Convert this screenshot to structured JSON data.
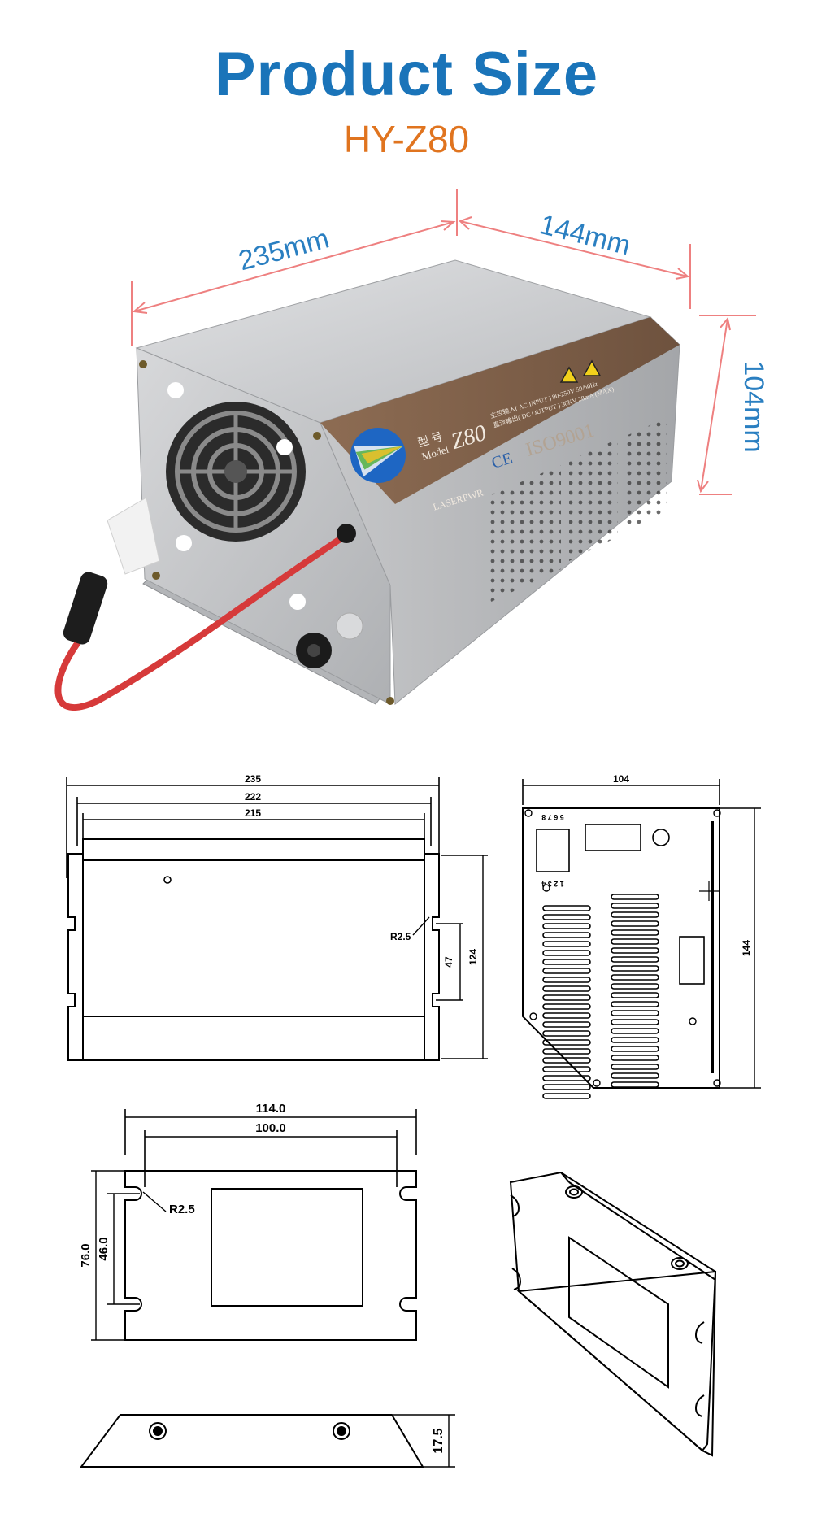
{
  "header": {
    "title": "Product Size",
    "subtitle": "HY-Z80"
  },
  "colors": {
    "title": "#1a74b9",
    "subtitle": "#e0741f",
    "dimension_text": "#2a7fc1",
    "dimension_line": "#ee8080",
    "housing": "#c8c9cb",
    "label_panel": "#8a6b52",
    "cable_red": "#d63a3a"
  },
  "photo": {
    "dims": {
      "length": "235mm",
      "width": "144mm",
      "height": "104mm"
    },
    "label": {
      "model_cn": "型 号",
      "model_en": "Model",
      "model_no": "Z80",
      "brand_en": "LASERPWR",
      "iso": "ISO9001",
      "ce": "CE",
      "input_line": "主控输入( AC INPUT ) 90-250V 50/60Hz",
      "output_line": "直流输出( DC OUTPUT ) 30KV 28mA (MAX)"
    }
  },
  "drawing_side": {
    "dim_235": "235",
    "dim_222": "222",
    "dim_215": "215",
    "dim_r": "R2.5",
    "dim_47": "47",
    "dim_124": "124"
  },
  "drawing_top": {
    "dim_104": "104",
    "dim_144": "144",
    "pins_top": "5 6 7 8",
    "pins_left": "1 2 3 4"
  },
  "drawing_bracket": {
    "dim_114": "114.0",
    "dim_100": "100.0",
    "dim_r": "R2.5",
    "dim_76": "76.0",
    "dim_46": "46.0",
    "dim_175": "17.5"
  }
}
